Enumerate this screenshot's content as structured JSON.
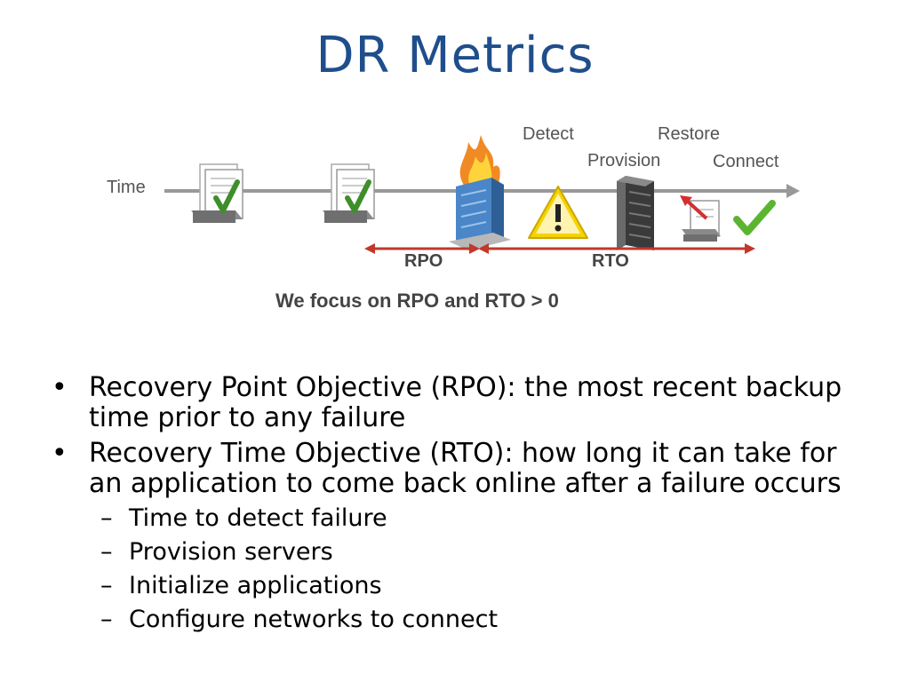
{
  "slide": {
    "title": "DR Metrics"
  },
  "diagram": {
    "labels": {
      "time": "Time",
      "detect": "Detect",
      "provision": "Provision",
      "restore": "Restore",
      "connect": "Connect",
      "rpo": "RPO",
      "rto": "RTO"
    },
    "caption": "We focus on RPO and RTO > 0",
    "icons": [
      "backup-server-check-icon",
      "backup-server-check-icon",
      "burning-building-icon",
      "warning-icon",
      "server-rack-icon",
      "restore-document-icon",
      "checkmark-icon"
    ],
    "colors": {
      "arrow": "#c0392b",
      "timeline": "#999999",
      "title": "#1f4e8c",
      "check": "#5cb531"
    }
  },
  "bullets": [
    {
      "text": "Recovery Point Objective (RPO): the most recent backup time prior to any failure"
    },
    {
      "text": "Recovery Time Objective (RTO): how long it can take for an application to come back online after a failure occurs",
      "sub": [
        "Time to detect failure",
        "Provision servers",
        "Initialize applications",
        "Configure networks to connect"
      ]
    }
  ]
}
